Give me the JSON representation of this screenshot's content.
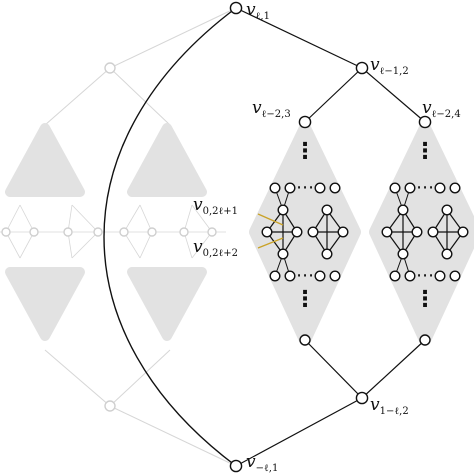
{
  "diagram": {
    "colors": {
      "ink": "#111111",
      "ghost_stroke": "#d6d6d6",
      "ghost_fill": "#e2e2e2",
      "ghost_node": "#cfcfcf",
      "leader": "#c9a227",
      "background": "#ffffff"
    },
    "labels": {
      "top": {
        "base": "v",
        "sub": "ℓ,1"
      },
      "l1_left": {
        "base": "v",
        "sub": "ℓ−1,2"
      },
      "l2_left": {
        "base": "v",
        "sub": "ℓ−2,3"
      },
      "l2_right": {
        "base": "v",
        "sub": "ℓ−2,4"
      },
      "pair_upper": {
        "base": "v",
        "sub": "0,2ℓ+1"
      },
      "pair_lower": {
        "base": "v",
        "sub": "0,2ℓ+2"
      },
      "lower_mid": {
        "base": "v",
        "sub": "1−ℓ,2"
      },
      "bottom": {
        "base": "v",
        "sub": "−ℓ,1"
      }
    },
    "ellipsis_h": "⋯",
    "ellipsis_v": "⋮",
    "ghost_half": "left half of the symmetric structure (faded)",
    "connector": "long arc joining the top vertex and the bottom vertex"
  }
}
